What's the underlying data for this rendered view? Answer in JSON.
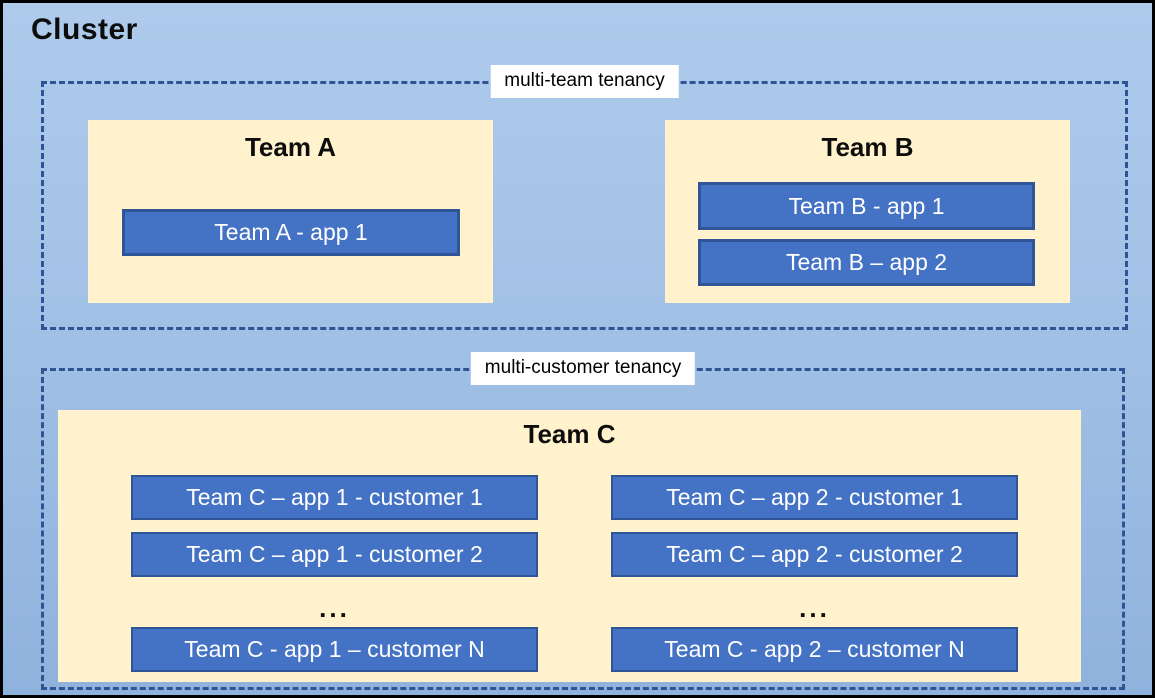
{
  "cluster": {
    "title": "Cluster"
  },
  "sections": [
    {
      "label": "multi-team tenancy",
      "teams": [
        {
          "name": "Team A",
          "apps": [
            "Team A - app 1"
          ]
        },
        {
          "name": "Team B",
          "apps": [
            "Team B - app 1",
            "Team B – app 2"
          ]
        }
      ]
    },
    {
      "label": "multi-customer tenancy",
      "teams": [
        {
          "name": "Team C",
          "columns": [
            {
              "apps": [
                "Team C – app 1 - customer 1",
                "Team C – app 1 - customer 2"
              ],
              "ellipsis": "...",
              "last_app": "Team C - app 1 – customer N"
            },
            {
              "apps": [
                "Team C – app 2 - customer 1",
                "Team C – app 2 - customer 2"
              ],
              "ellipsis": "...",
              "last_app": "Team C - app 2 – customer N"
            }
          ]
        }
      ]
    }
  ],
  "colors": {
    "background_top": "#AECBEC",
    "background_bottom": "#8FB2DD",
    "team_box_fill": "#FFF2CC",
    "app_fill": "#4472C4",
    "app_border": "#2F5597",
    "dashed_border": "#2E5494",
    "label_background": "#FFFFFF",
    "title_text": "#0D0D0D",
    "app_text": "#FFFFFF"
  }
}
